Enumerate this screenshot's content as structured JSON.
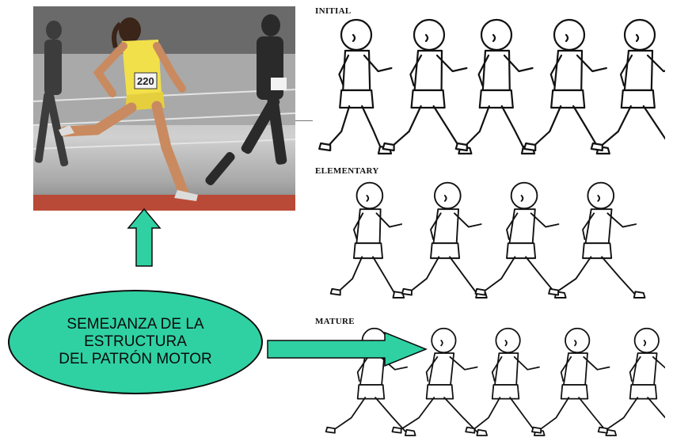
{
  "photo": {
    "bib_number": "220"
  },
  "stages": {
    "initial_label": "INITIAL",
    "elementary_label": "ELEMENTARY",
    "mature_label": "MATURE"
  },
  "callout": {
    "line1": "SEMEJANZA DE LA",
    "line2": "ESTRUCTURA",
    "line3": "DEL PATRÓN MOTOR"
  },
  "colors": {
    "callout_fill": "#2fd1a3",
    "arrow_fill": "#2fd1a3",
    "outline": "#0b0b0b",
    "track": "#b94a37",
    "athlete_kit": "#f2e04a"
  },
  "figures": {
    "initial_count": 5,
    "elementary_count": 4,
    "mature_count": 5
  }
}
